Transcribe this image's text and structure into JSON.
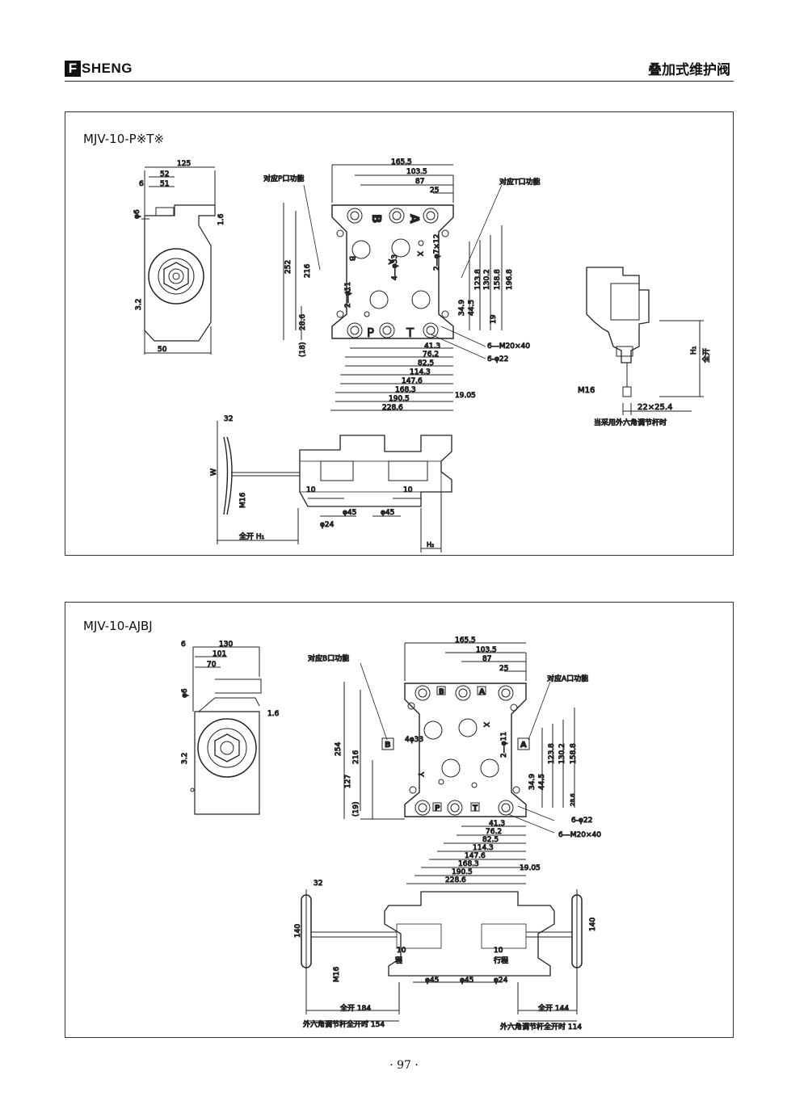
{
  "header": {
    "logo_letter": "F",
    "logo_text": "SHENG",
    "title": "叠加式维护阀"
  },
  "panel1": {
    "title": "MJV-10-P※T※",
    "callouts": {
      "p_port": "对应P口功能",
      "t_port": "对应T口功能",
      "hex_note": "当采用外六角调节杆时"
    },
    "ports": {
      "b": "B",
      "a": "A",
      "p": "P",
      "t": "T",
      "small_b": "B",
      "small_a": "A",
      "x": "X",
      "y": "Y"
    },
    "dims": {
      "w125": "125",
      "w52": "52",
      "w51": "51",
      "w6": "6",
      "phi6": "φ6",
      "r16": "1.6",
      "r32": "3.2",
      "w50": "50",
      "d1655": "165.5",
      "d1035": "103.5",
      "d87": "87",
      "d25": "25",
      "d252": "252",
      "d216": "216",
      "d286": "28.6",
      "d18": "(18)",
      "d1238": "123.8",
      "d1302": "130.2",
      "d1588": "158.8",
      "d1968": "196.8",
      "d349": "34.9",
      "d445": "44.5",
      "d19": "19",
      "d413": "41.3",
      "d762": "76.2",
      "d825": "82.5",
      "d1143": "114.3",
      "d1476": "147.6",
      "d1683": "168.3",
      "d1905": "190.5",
      "d2286": "228.6",
      "d1905b": "19.05",
      "m20": "6—M20×40",
      "phi22": "6-φ22",
      "phi33": "4—φ33",
      "phi7": "2—φ7×12",
      "phi11": "2—φ11",
      "m16": "M16",
      "h1": "H₁",
      "quankai": "全开",
      "hex": "22×25.4",
      "w32": "32",
      "w10a": "10",
      "w10b": "10",
      "phi45a": "φ45",
      "phi45b": "φ45",
      "phi24": "φ24",
      "m16b": "M16",
      "w": "W",
      "quankai_h1": "全开  H₁",
      "h2": "H₂"
    }
  },
  "panel2": {
    "title": "MJV-10-AJBJ",
    "callouts": {
      "b_port": "对应B口功能",
      "a_port": "对应A口功能"
    },
    "ports": {
      "b": "B",
      "a": "A",
      "p": "P",
      "t": "T",
      "small_b": "B",
      "small_a": "A",
      "x": "X",
      "y": "Y"
    },
    "dims": {
      "w130": "130",
      "w101": "101",
      "w70": "70",
      "w6": "6",
      "phi6": "φ6",
      "r16": "1.6",
      "r32": "3.2",
      "d1655": "165.5",
      "d1035": "103.5",
      "d87": "87",
      "d25": "25",
      "d254": "254",
      "d216": "216",
      "d127": "127",
      "d19": "(19)",
      "d1238": "123.8",
      "d1302": "130.2",
      "d1588": "158.8",
      "d349": "34.9",
      "d445": "44.5",
      "d286": "28.6",
      "d413": "41.3",
      "d762": "76.2",
      "d825": "82.5",
      "d1143": "114.3",
      "d1476": "147.6",
      "d1683": "168.3",
      "d1905": "190.5",
      "d2286": "228.6",
      "d1905b": "19.05",
      "phi22": "6-φ22",
      "m20": "6—M20×40",
      "phi33": "4φ33",
      "phi11": "2—φ11",
      "w32": "32",
      "d140a": "140",
      "d140b": "140",
      "m16": "M16",
      "w10a": "10",
      "w10b": "10",
      "stroke_a": "程",
      "stroke_b": "行程",
      "phi45a": "φ45",
      "phi45b": "φ45",
      "phi24": "φ24",
      "qk184": "全开  184",
      "hex154": "外六角调节杆全开时  154",
      "qk144": "全开  144",
      "hex114": "外六角调节杆全开时  114"
    }
  },
  "page": {
    "number": "· 97 ·"
  }
}
